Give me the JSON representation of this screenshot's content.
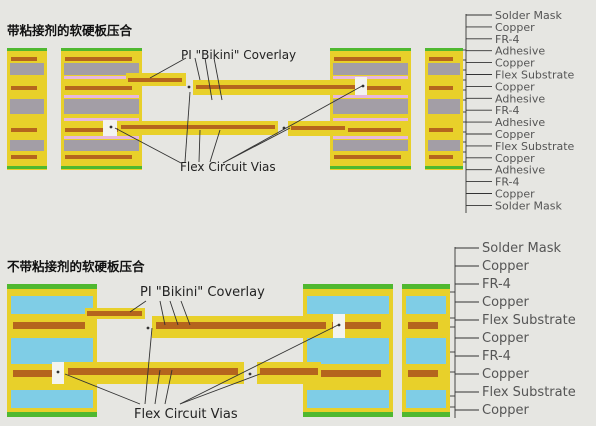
{
  "top": {
    "title": "带粘接剂的软硬板压合",
    "coverlay_label": "PI \"Bikini\" Coverlay",
    "vias_label": "Flex Circuit Vias",
    "layers": [
      "Solder Mask",
      "Copper",
      "FR-4",
      "Adhesive",
      "Copper",
      "Flex Substrate",
      "Copper",
      "Adhesive",
      "FR-4",
      "Adhesive",
      "Copper",
      "Flex Substrate",
      "Copper",
      "Adhesive",
      "FR-4",
      "Copper",
      "Solder Mask"
    ]
  },
  "bottom": {
    "title": "不带粘接剂的软硬板压合",
    "coverlay_label": "PI \"Bikini\" Coverlay",
    "vias_label": "Flex Circuit Vias",
    "layers": [
      "Solder Mask",
      "Copper",
      "FR-4",
      "Copper",
      "Flex Substrate",
      "Copper",
      "FR-4",
      "Copper",
      "Flex Substrate",
      "Copper"
    ]
  },
  "colors": {
    "background": "#e6e6e2",
    "solder_mask": "#4fb830",
    "fr4_frame": "#e8d02a",
    "fr4_core_top": "#a39ea6",
    "fr4_core_bottom": "#7fcde6",
    "copper": "#b5651d",
    "flex_substrate": "#e8d02a",
    "adhesive": "#e6b8de",
    "leader_line": "#333333"
  }
}
